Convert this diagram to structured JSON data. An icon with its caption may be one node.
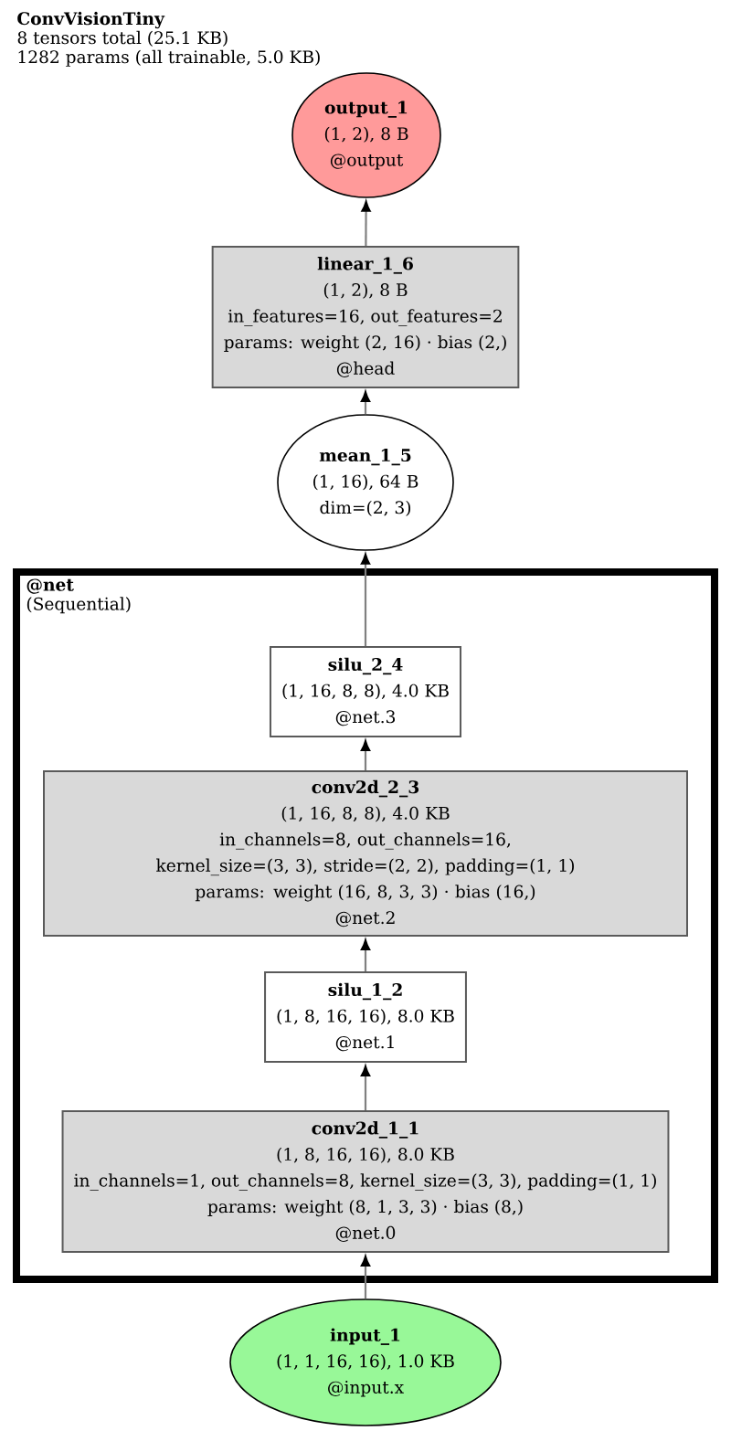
{
  "diagram": {
    "title": "ConvVisionTiny",
    "nodes": [
      {
        "text": [
          "output_1",
          "(1, 2), 8 B",
          "@output"
        ]
      },
      {
        "text": [
          "linear_1_6",
          "(1, 2), 8 B",
          "in_features=16, out_features=2",
          "params: weight (2, 16) · bias (2,)",
          "@head"
        ]
      },
      {
        "text": [
          "mean_1_5",
          "(1, 16), 64 B",
          "dim=(2, 3)"
        ]
      },
      {
        "text": [
          "@net",
          "(Sequential)"
        ]
      },
      {
        "text": [
          "silu_2_4",
          "(1, 16, 8, 8), 4.0 KB",
          "@net.3"
        ],
        "in": 3
      },
      {
        "text": [
          "conv2d_2_3",
          "(1, 16, 8, 8), 4.0 KB",
          "in_channels=8, out_channels=16, kernel_size=(3, 3), stride=(2, 2), padding=(1, 1)",
          "params: weight (16, 8, 3, 3) · bias (16,)",
          "@net.2"
        ],
        "in": 3
      },
      {
        "text": [
          "silu_1_2",
          "(1, 8, 16, 16), 8.0 KB",
          "@net.1"
        ],
        "in": 3
      },
      {
        "text": [
          "conv2d_1_1",
          "(1, 8, 16, 16), 8.0 KB",
          "in_channels=1, out_channels=8, kernel_size=(3, 3), padding=(1, 1)",
          "params: weight (8, 1, 3, 3) · bias (8,)",
          "@net.0"
        ],
        "in": 3
      },
      {
        "text": [
          "input_1",
          "(1, 1, 16, 16), 1.0 KB",
          "@input.x"
        ]
      }
    ],
    "edges": [
      {
        "from": 8,
        "to": 7,
        "arrow": "to"
      },
      {
        "from": 7,
        "to": 6,
        "arrow": "to"
      },
      {
        "from": 6,
        "to": 5,
        "arrow": "to"
      },
      {
        "from": 5,
        "to": 4,
        "arrow": "to"
      },
      {
        "from": 4,
        "to": 2,
        "arrow": "to"
      },
      {
        "from": 2,
        "to": 1,
        "arrow": "to"
      },
      {
        "from": 1,
        "to": 0,
        "arrow": "to"
      }
    ],
    "labels": [
      "8 tensors total (25.1 KB)",
      "1282 params (all trainable, 5.0 KB)"
    ]
  }
}
